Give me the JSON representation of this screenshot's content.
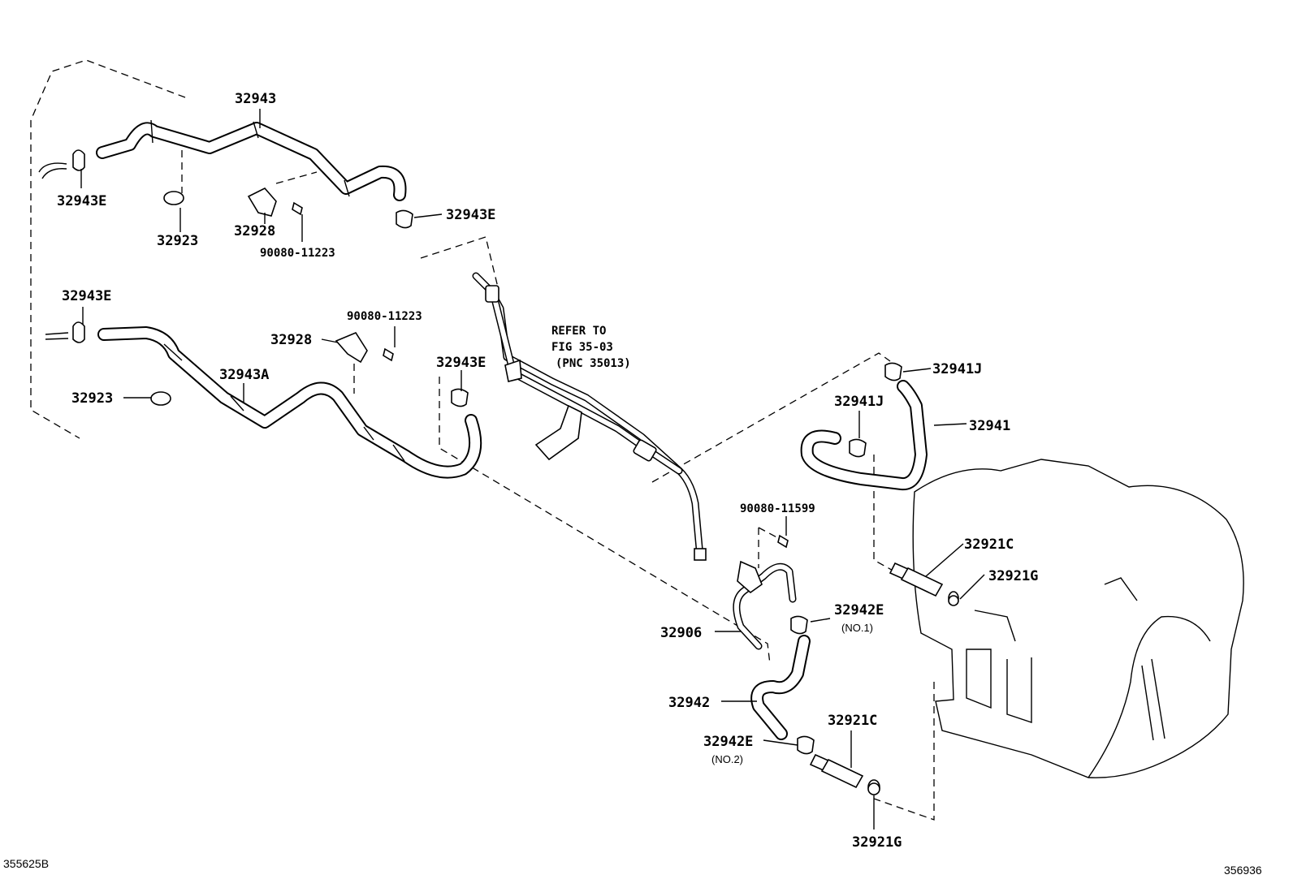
{
  "labels": {
    "top_hose": "32943",
    "clamp_tl": "32943E",
    "clip_top": "32923",
    "bracket_top": "32928",
    "bolt_top": "90080-11223",
    "clamp_top_right": "32943E",
    "clamp_ml": "32943E",
    "bolt_mid": "90080-11223",
    "bracket_mid": "32928",
    "mid_hose": "32943A",
    "clip_mid": "32923",
    "clamp_mid_right": "32943E",
    "clamp_right_top": "32941J",
    "clamp_right_mid": "32941J",
    "hose_right": "32941",
    "bolt_low": "90080-11599",
    "fitting_upper": "32921C",
    "oring_upper": "32921G",
    "pipe_low": "32906",
    "clamp_no1": "32942E",
    "clamp_no1_note": "(NO.1)",
    "hose_low": "32942",
    "clamp_no2": "32942E",
    "clamp_no2_note": "(NO.2)",
    "fitting_lower": "32921C",
    "oring_lower": "32921G"
  },
  "reference": {
    "line1": "REFER TO",
    "line2": "FIG 35-03",
    "line3": "(PNC 35013)"
  },
  "codes": {
    "left": "355625B",
    "right": "356936"
  }
}
